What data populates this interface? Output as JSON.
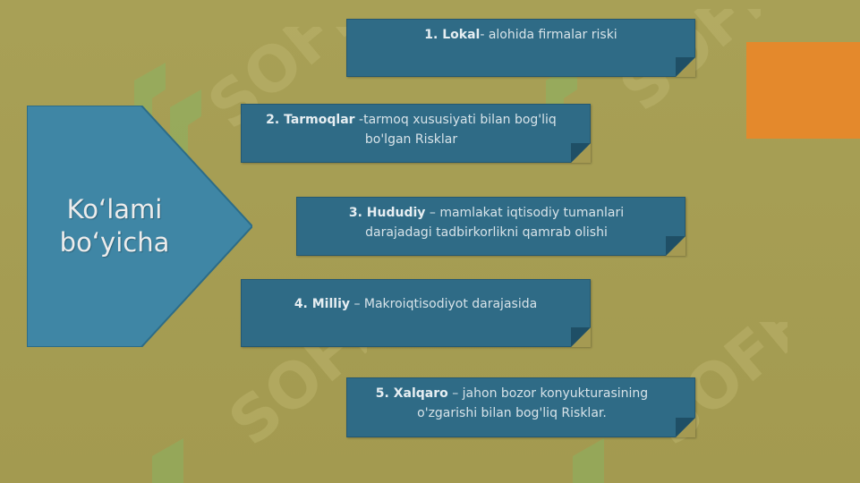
{
  "main_label": "Ko‘lami bo‘yicha",
  "watermark_text": "SOFF",
  "items": [
    {
      "title": "1. Lokal",
      "text": "- alohida firmalar riski"
    },
    {
      "title": "2. Tarmoqlar",
      "text": " -tarmoq xususiyati bilan bog'liq bo'lgan Risklar"
    },
    {
      "title": "3. Hududiy",
      "text": " – mamlakat iqtisodiy tumanlari darajadagi tadbirkorlikni qamrab olishi"
    },
    {
      "title": "4. Milliy",
      "text": " – Makroiqtisodiyot darajasida"
    },
    {
      "title": "5. Xalqaro",
      "text": " – jahon bozor konyukturasining o'zgarishi bilan bog'liq Risklar."
    }
  ],
  "colors": {
    "background": "#a59a52",
    "box": "#2f6b86",
    "arrow": "#3f86a5",
    "accent": "#e4892c",
    "watermark_green": "#7cbf6a"
  }
}
